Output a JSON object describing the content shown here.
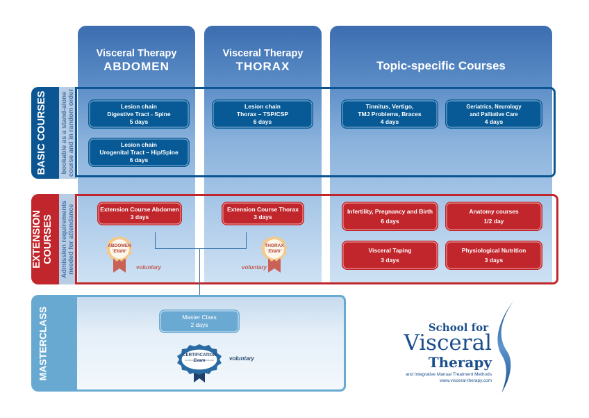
{
  "columns": [
    {
      "line1": "Visceral Therapy",
      "line2": "ABDOMEN"
    },
    {
      "line1": "Visceral Therapy",
      "line2": "THORAX"
    },
    {
      "title": "Topic-specific Courses"
    }
  ],
  "rows": {
    "basic": {
      "label": "BASIC COURSES",
      "note_line1": "bookable as a stand-alone",
      "note_line2": "course and in random order"
    },
    "extension": {
      "label_line1": "EXTENSION",
      "label_line2": "COURSES",
      "note_line1": "Admission requirements",
      "note_line2": "needed for attendance"
    },
    "masterclass": {
      "label": "MASTERCLASS"
    }
  },
  "courses": {
    "basic_abdomen_1": {
      "title": "Lesion chain",
      "subtitle": "Digestive Tract - Spine",
      "duration": "5 days"
    },
    "basic_abdomen_2": {
      "title": "Lesion chain",
      "subtitle": "Urogenital Tract – Hip/Spine",
      "duration": "6 days"
    },
    "basic_thorax": {
      "title": "Lesion chain",
      "subtitle": "Thorax – TSP/CSP",
      "duration": "6 days"
    },
    "basic_topic_1": {
      "title": "Tinnitus, Vertigo,",
      "subtitle": "TMJ Problems, Braces",
      "duration": "4 days"
    },
    "basic_topic_2": {
      "title": "Geriatrics, Neurology",
      "subtitle": "and Palliative Care",
      "duration": "4 days"
    },
    "ext_abdomen": {
      "title": "Extension Course Abdomen",
      "duration": "3 days"
    },
    "ext_thorax": {
      "title": "Extension Course Thorax",
      "duration": "3 days"
    },
    "ext_topic_1": {
      "title": "Infertility, Pregnancy and Birth",
      "duration": "6 days"
    },
    "ext_topic_2": {
      "title": "Anatomy courses",
      "duration": "1/2 day"
    },
    "ext_topic_3": {
      "title": "Visceral Taping",
      "duration": "3 days"
    },
    "ext_topic_4": {
      "title": "Physiological Nutrition",
      "duration": "3 days"
    },
    "master": {
      "title": "Master Class",
      "duration": "2 days"
    }
  },
  "badges": {
    "abdomen": {
      "line1": "ABDOMEN",
      "line2": "Exam",
      "note": "voluntary"
    },
    "thorax": {
      "line1": "THORAX",
      "line2": "Exam",
      "note": "voluntary"
    },
    "certification": {
      "line1": "CERTIFICATION",
      "line2": "Exam",
      "note": "voluntary"
    }
  },
  "logo": {
    "line1": "School for",
    "line2": "Visceral",
    "line3": "Therapy",
    "tagline": "and Integrative Manual Treatment Methods",
    "url": "www.visceral-therapy.com"
  },
  "colors": {
    "basic": "#0a5592",
    "extension": "#c0262b",
    "masterclass": "#68a9d1",
    "header": "#3c6db0"
  }
}
